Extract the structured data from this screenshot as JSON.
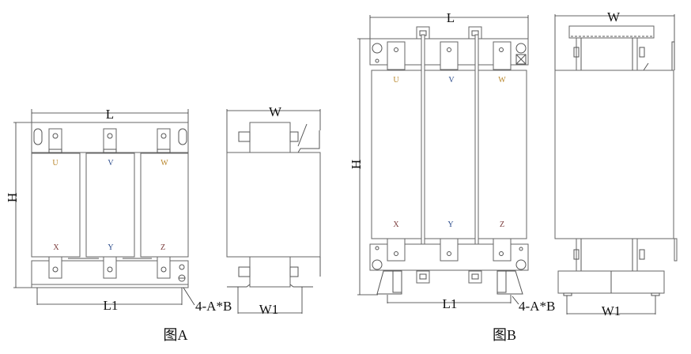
{
  "figure_a": {
    "caption": "图A",
    "dims": {
      "length": "L",
      "height": "H",
      "mount_length": "L1",
      "mount_holes": "4-A*B",
      "width": "W",
      "mount_width": "W1"
    },
    "phases_top": [
      "U",
      "V",
      "W"
    ],
    "phases_bottom": [
      "X",
      "Y",
      "Z"
    ]
  },
  "figure_b": {
    "caption": "图B",
    "dims": {
      "length": "L",
      "height": "H",
      "mount_length": "L1",
      "mount_holes": "4-A*B",
      "width": "W",
      "mount_width": "W1"
    },
    "phases_top": [
      "U",
      "V",
      "W"
    ],
    "phases_bottom": [
      "X",
      "Y",
      "Z"
    ]
  },
  "colors": {
    "phase_top": "#b8862b",
    "phase_bottom": "#7a3b3b",
    "phase_mid": "#2a4a8a"
  }
}
